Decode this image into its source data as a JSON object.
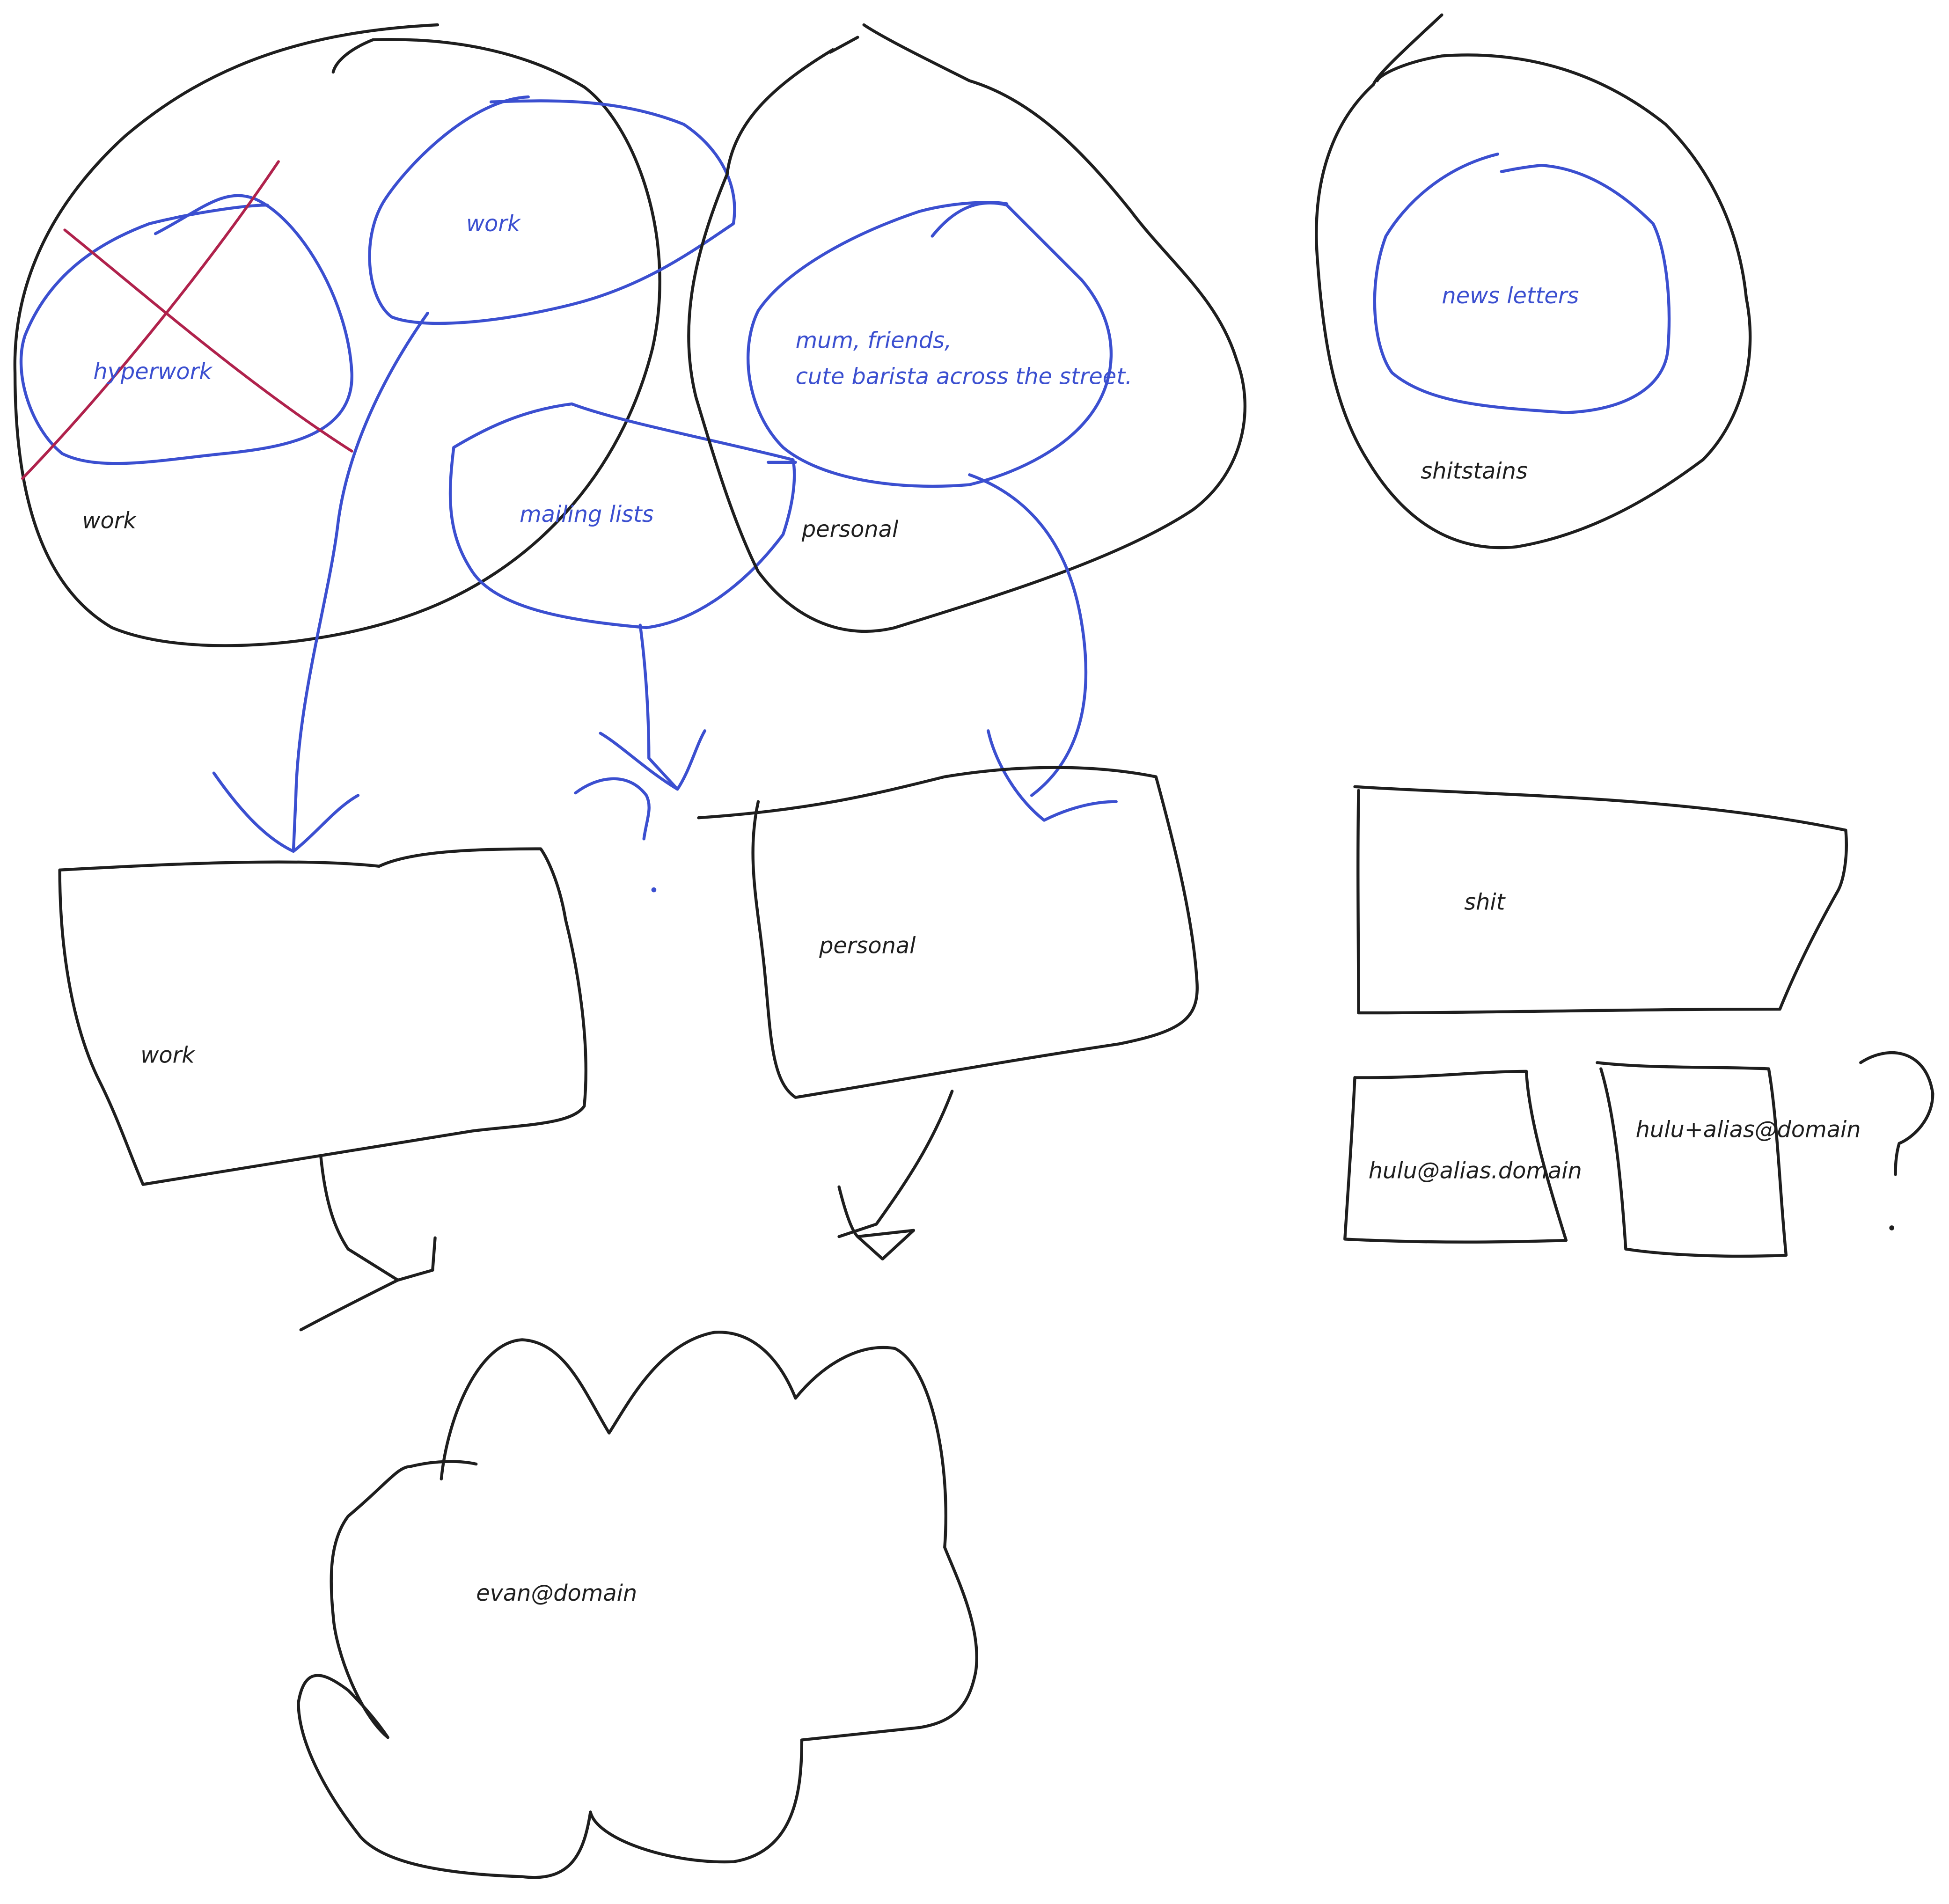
{
  "colors": {
    "ink": "#1e1e1e",
    "blue": "#3b4fd0",
    "red": "#b0224c",
    "background": "#ffffff"
  },
  "labels": {
    "work_blue": "work",
    "hyperwork": "hyperwork",
    "work_circle": "work",
    "mailing_lists": "mailing lists",
    "personal_blue_line1": "mum, friends,",
    "personal_blue_line2": "cute barista across the street.",
    "personal_circle": "personal",
    "news_letters": "news letters",
    "shitstains": "shitstains",
    "work_box": "work",
    "personal_box": "personal",
    "shit_box": "shit",
    "hulu_alias_domain": "hulu@alias.domain",
    "hulu_plus_alias": "hulu+alias@domain",
    "evan_domain": "evan@domain"
  }
}
